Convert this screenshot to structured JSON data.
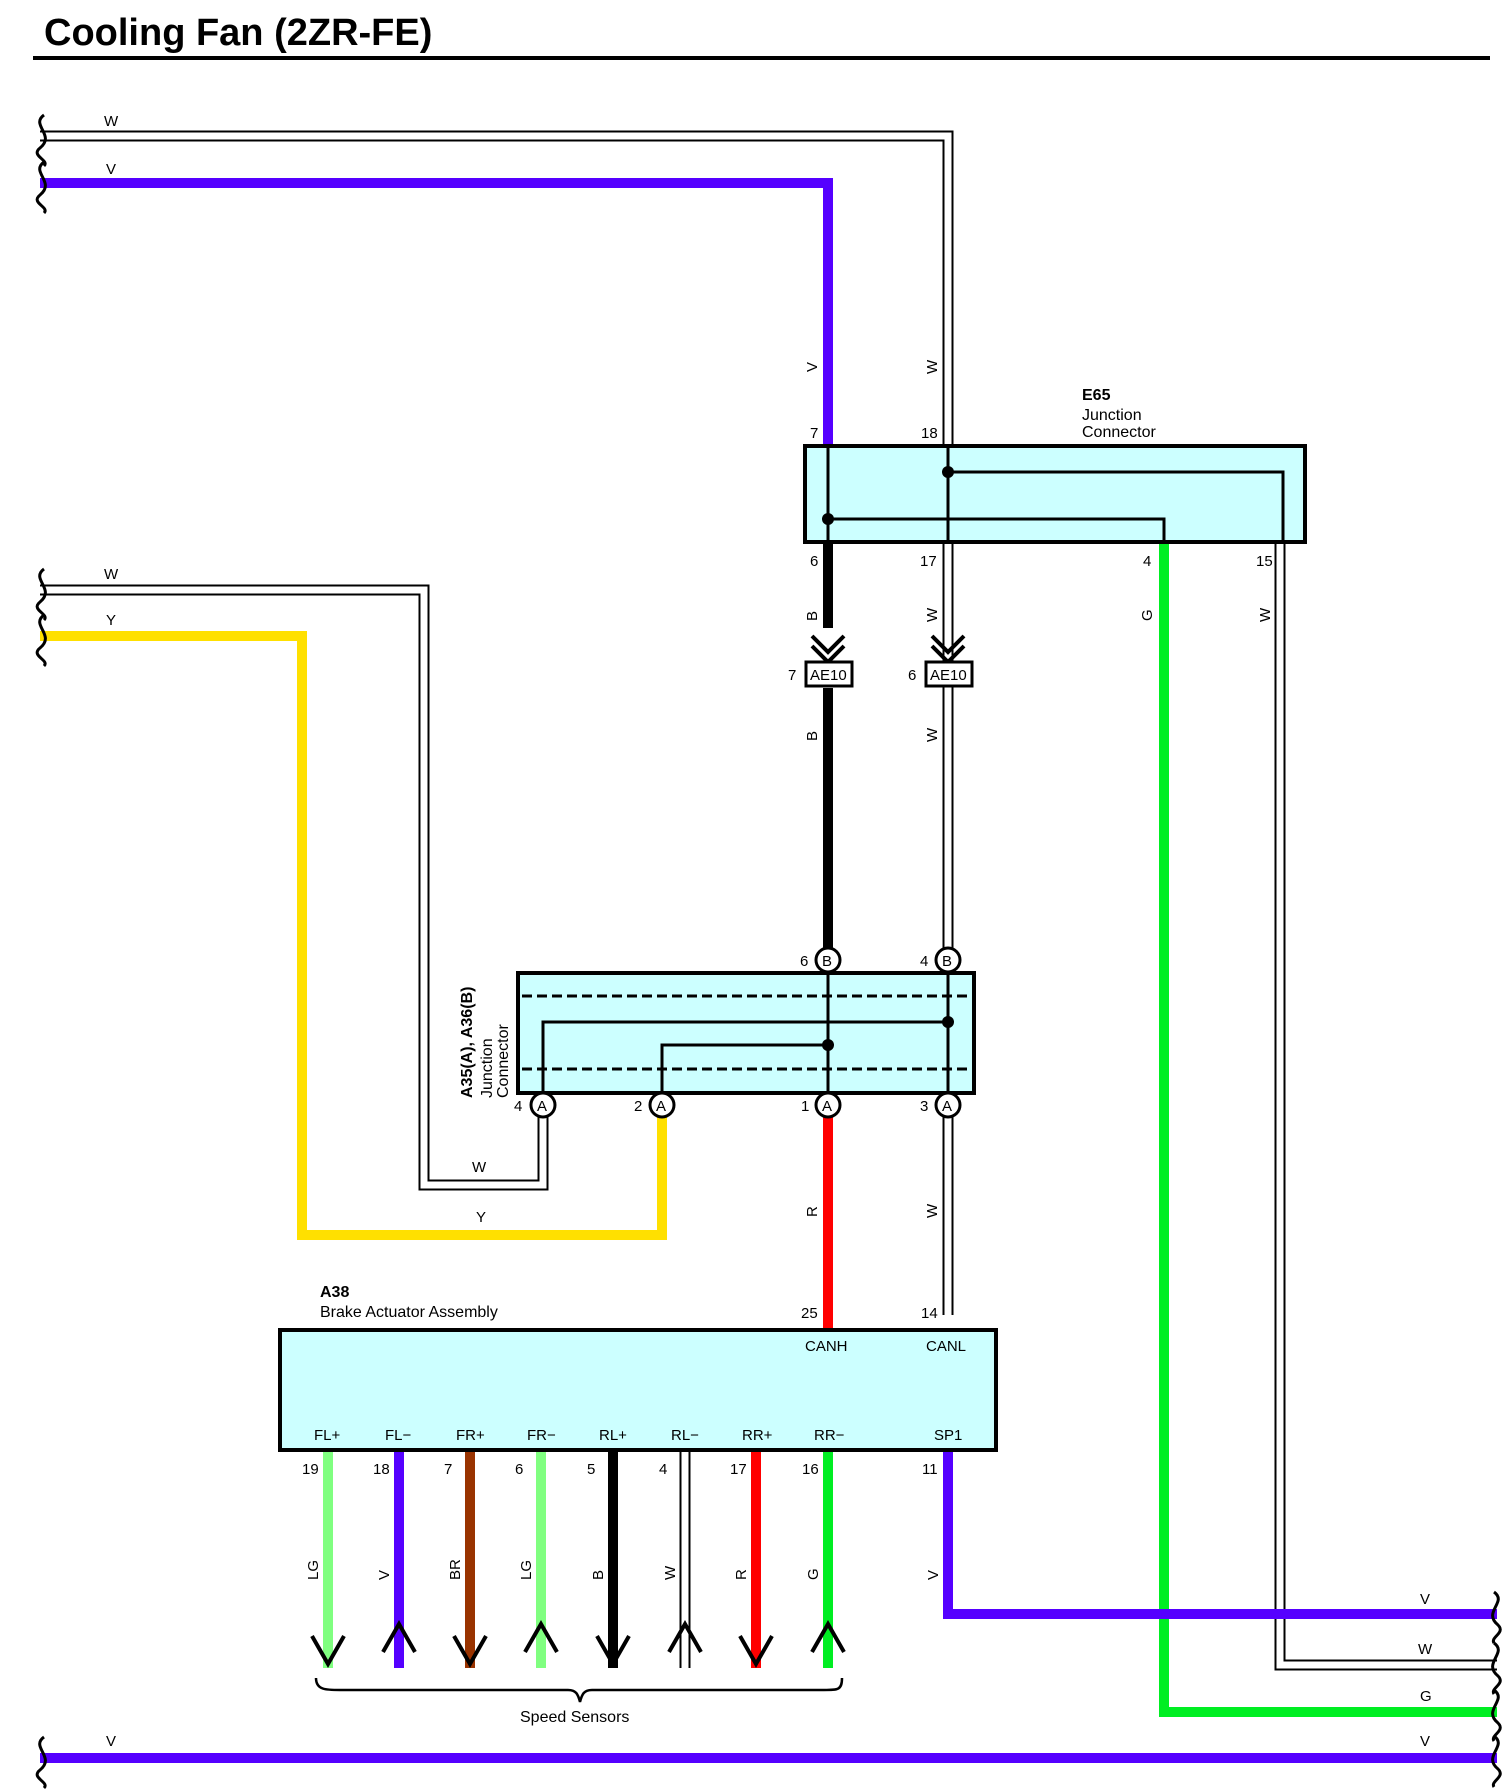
{
  "title": "Cooling Fan (2ZR-FE)",
  "colors": {
    "V": "#5500ff",
    "W": "#ffffff",
    "B": "#000000",
    "Y": "#ffe000",
    "G": "#00ee22",
    "LG": "#80ff80",
    "R": "#ff0000",
    "BR": "#993300",
    "box_fill": "#ccffff"
  },
  "wire_codes": {
    "W": "W",
    "V": "V",
    "Y": "Y",
    "B": "B",
    "G": "G",
    "R": "R",
    "LG": "LG",
    "BR": "BR"
  },
  "e65": {
    "id": "E65",
    "name_line1": "Junction",
    "name_line2": "Connector",
    "pins": {
      "p7": "7",
      "p18": "18",
      "p6": "6",
      "p17": "17",
      "p4": "4",
      "p15": "15"
    }
  },
  "ae10": {
    "label": "AE10",
    "pin_left": "7",
    "pin_right": "6"
  },
  "a35": {
    "id": "A35(A), A36(B)",
    "name_line1": "Junction",
    "name_line2": "Connector",
    "conn_a": "A",
    "conn_b": "B",
    "pins": {
      "b6": "6",
      "b4": "4",
      "a4": "4",
      "a2": "2",
      "a1": "1",
      "a3": "3"
    }
  },
  "a38": {
    "id": "A38",
    "name": "Brake Actuator Assembly",
    "canh": "CANH",
    "canl": "CANL",
    "pin_canh": "25",
    "pin_canl": "14",
    "terminals": [
      {
        "sig": "FL+",
        "pin": "19",
        "wire": "LG"
      },
      {
        "sig": "FL−",
        "pin": "18",
        "wire": "V"
      },
      {
        "sig": "FR+",
        "pin": "7",
        "wire": "BR"
      },
      {
        "sig": "FR−",
        "pin": "6",
        "wire": "LG"
      },
      {
        "sig": "RL+",
        "pin": "5",
        "wire": "B"
      },
      {
        "sig": "RL−",
        "pin": "4",
        "wire": "W"
      },
      {
        "sig": "RR+",
        "pin": "17",
        "wire": "R"
      },
      {
        "sig": "RR−",
        "pin": "16",
        "wire": "G"
      },
      {
        "sig": "SP1",
        "pin": "11",
        "wire": "V"
      }
    ]
  },
  "speed_sensors": "Speed Sensors"
}
